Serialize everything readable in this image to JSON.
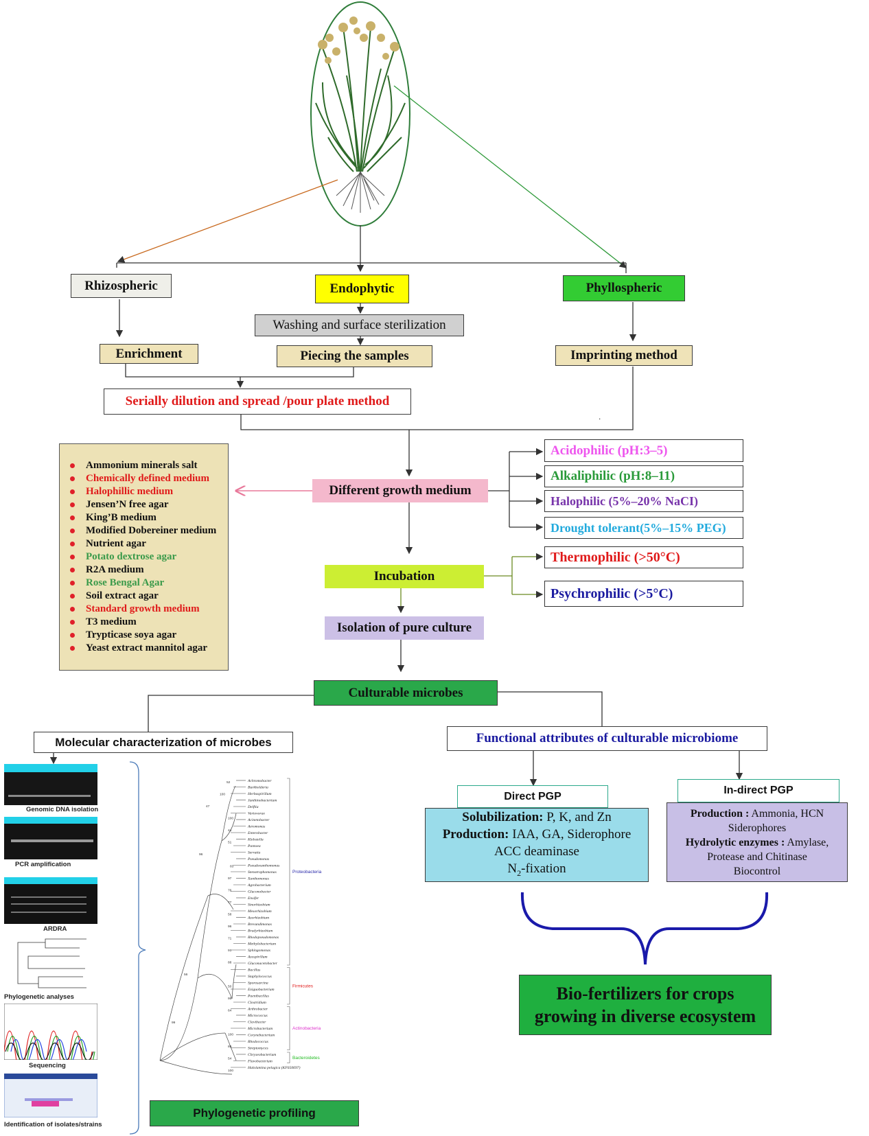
{
  "colors": {
    "orange_line": "#c8691e",
    "green_line": "#2f9a3a",
    "ellipse_stroke": "#2f7d3a",
    "rhizospheric_fill": "#efefe9",
    "endophytic_fill": "#ffff00",
    "phyllospheric_fill": "#33cc33",
    "washing_fill": "#d0d0d0",
    "tan_fill": "#efe3b8",
    "growth_medium_fill": "#f4b8cc",
    "incubation_fill": "#ccee33",
    "isolation_fill": "#ccc0e6",
    "culturable_fill": "#2aa84a",
    "direct_fill": "#9adcea",
    "indirect_fill": "#c8bfe6",
    "biofert_fill": "#1faf3f",
    "phylo_profile_fill": "#2aa84a",
    "red_text": "#e01a1a",
    "green_text": "#3a9a4a",
    "dark_blue_text": "#1a1aa0",
    "pink_text": "#ee55ee",
    "purple_text": "#7733aa",
    "cyan_text": "#22aadd"
  },
  "sources": {
    "rhizospheric": "Rhizospheric",
    "endophytic": "Endophytic",
    "phyllospheric": "Phyllospheric"
  },
  "steps": {
    "enrichment": "Enrichment",
    "washing": "Washing and surface sterilization",
    "piecing": "Piecing the samples",
    "imprinting": "Imprinting method",
    "serial_dilution": "Serially dilution and spread /pour plate method",
    "growth_medium": "Different growth  medium",
    "incubation": "Incubation",
    "isolation": "Isolation of pure culture",
    "culturable": "Culturable microbes",
    "molecular": "Molecular characterization of microbes",
    "functional": "Functional attributes of culturable microbiome"
  },
  "media_list": [
    {
      "label": "Ammonium minerals salt",
      "color": "#111111"
    },
    {
      "label": "Chemically defined medium",
      "color": "#e01a1a"
    },
    {
      "label": "Halophillic medium",
      "color": "#e01a1a"
    },
    {
      "label": "Jensen’N  free agar",
      "color": "#111111"
    },
    {
      "label": "King’B  medium",
      "color": "#111111"
    },
    {
      "label": "Modified Dobereiner medium",
      "color": "#111111"
    },
    {
      "label": "Nutrient agar",
      "color": "#111111"
    },
    {
      "label": "Potato dextrose agar",
      "color": "#3a9a4a"
    },
    {
      "label": "R2A medium",
      "color": "#111111"
    },
    {
      "label": "Rose Bengal Agar",
      "color": "#3a9a4a"
    },
    {
      "label": "Soil extract agar",
      "color": "#111111"
    },
    {
      "label": "Standard  growth medium",
      "color": "#e01a1a"
    },
    {
      "label": "T3 medium",
      "color": "#111111"
    },
    {
      "label": "Trypticase soya agar",
      "color": "#111111"
    },
    {
      "label": "Yeast extract mannitol agar",
      "color": "#111111"
    }
  ],
  "conditions": {
    "acidophilic": "Acidophilic  (pH:3–5)",
    "alkaliphilic": "Alkaliphilic (pH:8–11)",
    "halophilic": "Halophilic (5%–20% NaCI)",
    "drought": "Drought tolerant(5%–15% PEG)",
    "thermophilic": "Thermophilic (>50°C)",
    "psychrophilic": "Psychrophilic  (>5°C)"
  },
  "direct_pgp": {
    "title": "Direct PGP",
    "sol_label": "Solubilization:",
    "sol_value": " P, K, and Zn",
    "prod_label": "Production:",
    "prod_value": " IAA, GA, Siderophore",
    "acc": "ACC deaminase",
    "n2_prefix": "N",
    "n2_sub": "2",
    "n2_suffix": "-fixation"
  },
  "indirect_pgp": {
    "title": "In-direct PGP",
    "prod_label": "Production :",
    "prod_value": " Ammonia, HCN",
    "siderophores": "Siderophores",
    "hydro_label": "Hydrolytic enzymes :",
    "hydro_value": " Amylase,",
    "protease": "Protease and Chitinase",
    "biocontrol": "Biocontrol"
  },
  "biofertilizers": {
    "line1": "Bio-fertilizers for crops",
    "line2": "growing in diverse  ecosystem"
  },
  "molecular_captions": {
    "genomic": "Genomic DNA isolation",
    "pcr": "PCR amplification",
    "ardra": "ARDRA",
    "phylo": "Phylogenetic analyses",
    "sequencing": "Sequencing",
    "identification": "Identification of isolates/strains"
  },
  "phylogenetic_profiling": "Phylogenetic  profiling",
  "tree": {
    "taxa": [
      "Achromobacter",
      "Burkholderia",
      "Herbaspirillum",
      "Janthinobacterium",
      "Delftia",
      "Variovorax",
      "Acinetobacter",
      "Aeromonas",
      "Enterobacter",
      "Klebsiella",
      "Pantoea",
      "Serratia",
      "Pseudomonas",
      "Pseudoxanthomonas",
      "Stenotrophomonas",
      "Xanthomonas",
      "Agrobacterium",
      "Gluconobacter",
      "Ensifer",
      "Sinorhizobium",
      "Mesorhizobium",
      "Azorhizobium",
      "Brevundimonas",
      "Bradyrhizobium",
      "Rhodopseudomonas",
      "Methylobacterium",
      "Sphingomonas",
      "Azospirillum",
      "Gluconacetobacter",
      "Bacillus",
      "Staphylococcus",
      "Sporosarcina",
      "Exiguobacterium",
      "Paenibacillus",
      "Clostridium",
      "Arthrobacter",
      "Micrococcus",
      "Clavibacter",
      "Microbacterium",
      "Corynebacterium",
      "Rhodococcus",
      "Streptomyces",
      "Chryseobacterium",
      "Flavobacterium",
      "Halolamina pelagica (KF650697)"
    ],
    "groups": [
      {
        "name": "Proteobacteria",
        "color": "#2a2aaa"
      },
      {
        "name": "Firmicutes",
        "color": "#e01a1a"
      },
      {
        "name": "Actinobacteria",
        "color": "#dd33cc"
      },
      {
        "name": "Bacteroidetes",
        "color": "#22bb22"
      }
    ],
    "bootstrap": [
      "52",
      "100",
      "47",
      "100",
      "44",
      "51",
      "96",
      "83",
      "97",
      "76",
      "77",
      "58",
      "96",
      "71",
      "91",
      "88",
      "56",
      "50",
      "95",
      "64",
      "99",
      "100",
      "89",
      "54",
      "100"
    ]
  },
  "decor": {
    "dot": "."
  }
}
